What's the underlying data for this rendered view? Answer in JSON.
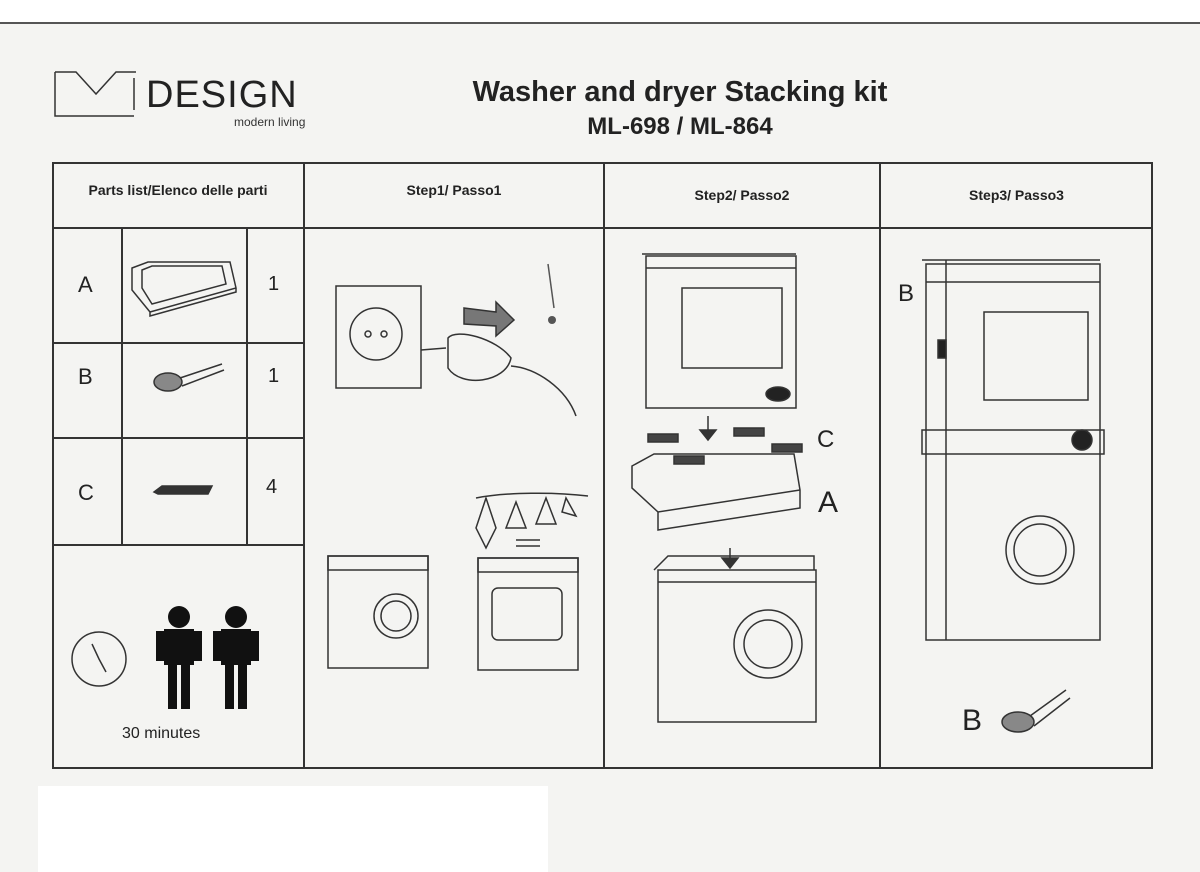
{
  "logo": {
    "word": "DESIGN",
    "tagline": "modern living"
  },
  "header": {
    "title": "Washer and dryer Stacking kit",
    "models": "ML-698 / ML-864"
  },
  "columns": [
    "Parts list/Elenco delle parti",
    "Step1/ Passo1",
    "Step2/ Passo2",
    "Step3/ Passo3"
  ],
  "parts": [
    {
      "letter": "A",
      "qty": "1"
    },
    {
      "letter": "B",
      "qty": "1"
    },
    {
      "letter": "C",
      "qty": "4"
    }
  ],
  "time": {
    "label": "30 minutes"
  },
  "step2": {
    "label_c": "C",
    "label_a": "A"
  },
  "step3": {
    "label_b_top": "B",
    "label_b_bottom": "B"
  }
}
